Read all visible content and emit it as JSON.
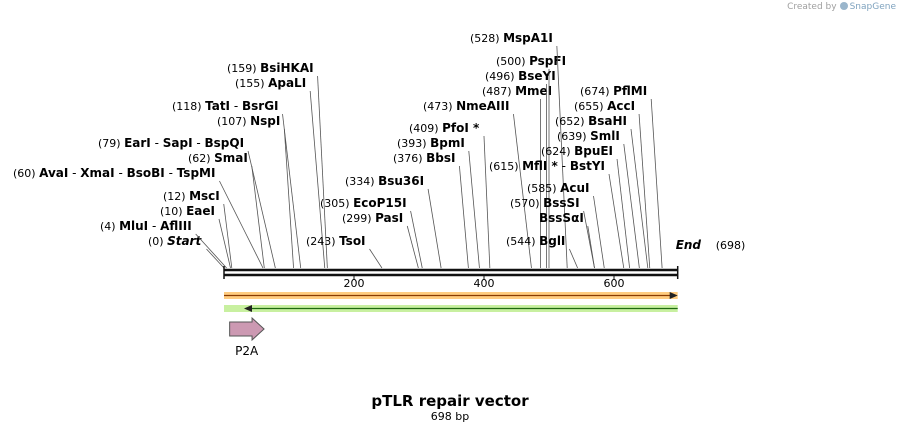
{
  "credit": {
    "prefix": "Created by",
    "brand": "SnapGene"
  },
  "title": "pTLR repair vector",
  "subtitle": "698 bp",
  "sequence": {
    "length": 698,
    "start_label": "Start",
    "end_label": "End",
    "end_position": "(698)"
  },
  "ticks": [
    200,
    400,
    600
  ],
  "sites": [
    {
      "pos": 0,
      "label": "(0)",
      "names": [
        "Start"
      ],
      "italic": true
    },
    {
      "pos": 4,
      "label": "(4)",
      "names": [
        "MluI",
        "AflIII"
      ]
    },
    {
      "pos": 10,
      "label": "(10)",
      "names": [
        "EaeI"
      ]
    },
    {
      "pos": 12,
      "label": "(12)",
      "names": [
        "MscI"
      ]
    },
    {
      "pos": 60,
      "label": "(60)",
      "names": [
        "AvaI",
        "XmaI",
        "BsoBI",
        "TspMI"
      ]
    },
    {
      "pos": 62,
      "label": "(62)",
      "names": [
        "SmaI"
      ]
    },
    {
      "pos": 79,
      "label": "(79)",
      "names": [
        "EarI",
        "SapI",
        "BspQI"
      ]
    },
    {
      "pos": 107,
      "label": "(107)",
      "names": [
        "NspI"
      ]
    },
    {
      "pos": 118,
      "label": "(118)",
      "names": [
        "TatI",
        "BsrGI"
      ]
    },
    {
      "pos": 155,
      "label": "(155)",
      "names": [
        "ApaLI"
      ]
    },
    {
      "pos": 159,
      "label": "(159)",
      "names": [
        "BsiHKAI"
      ]
    },
    {
      "pos": 243,
      "label": "(243)",
      "names": [
        "TsoI"
      ]
    },
    {
      "pos": 299,
      "label": "(299)",
      "names": [
        "PasI"
      ]
    },
    {
      "pos": 305,
      "label": "(305)",
      "names": [
        "EcoP15I"
      ]
    },
    {
      "pos": 334,
      "label": "(334)",
      "names": [
        "Bsu36I"
      ]
    },
    {
      "pos": 376,
      "label": "(376)",
      "names": [
        "BbsI"
      ]
    },
    {
      "pos": 393,
      "label": "(393)",
      "names": [
        "BpmI"
      ]
    },
    {
      "pos": 409,
      "label": "(409)",
      "names": [
        "PfoI *"
      ]
    },
    {
      "pos": 473,
      "label": "(473)",
      "names": [
        "NmeAIII"
      ]
    },
    {
      "pos": 487,
      "label": "(487)",
      "names": [
        "MmeI"
      ]
    },
    {
      "pos": 496,
      "label": "(496)",
      "names": [
        "BseYI"
      ]
    },
    {
      "pos": 500,
      "label": "(500)",
      "names": [
        "PspFI"
      ]
    },
    {
      "pos": 528,
      "label": "(528)",
      "names": [
        "MspA1I"
      ]
    },
    {
      "pos": 544,
      "label": "(544)",
      "names": [
        "BglI"
      ]
    },
    {
      "pos": 570,
      "label": "(570)",
      "names": [
        "BssSI"
      ]
    },
    {
      "pos": 570,
      "label": "",
      "names": [
        "BssSαI"
      ]
    },
    {
      "pos": 585,
      "label": "(585)",
      "names": [
        "AcuI"
      ]
    },
    {
      "pos": 615,
      "label": "(615)",
      "names": [
        "MflI *",
        "BstYI"
      ]
    },
    {
      "pos": 624,
      "label": "(624)",
      "names": [
        "BpuEI"
      ]
    },
    {
      "pos": 639,
      "label": "(639)",
      "names": [
        "SmlI"
      ]
    },
    {
      "pos": 652,
      "label": "(652)",
      "names": [
        "BsaHI"
      ]
    },
    {
      "pos": 655,
      "label": "(655)",
      "names": [
        "AccI"
      ]
    },
    {
      "pos": 674,
      "label": "(674)",
      "names": [
        "PflMI"
      ]
    }
  ],
  "features": [
    {
      "name": "P2A",
      "color": "#cc99b2",
      "direction": "forward",
      "start": 1,
      "end": 57
    }
  ],
  "colors": {
    "forward_strand": "#ffcc80",
    "reverse_strand": "#c8f0a0",
    "feature_border": "#555555"
  }
}
